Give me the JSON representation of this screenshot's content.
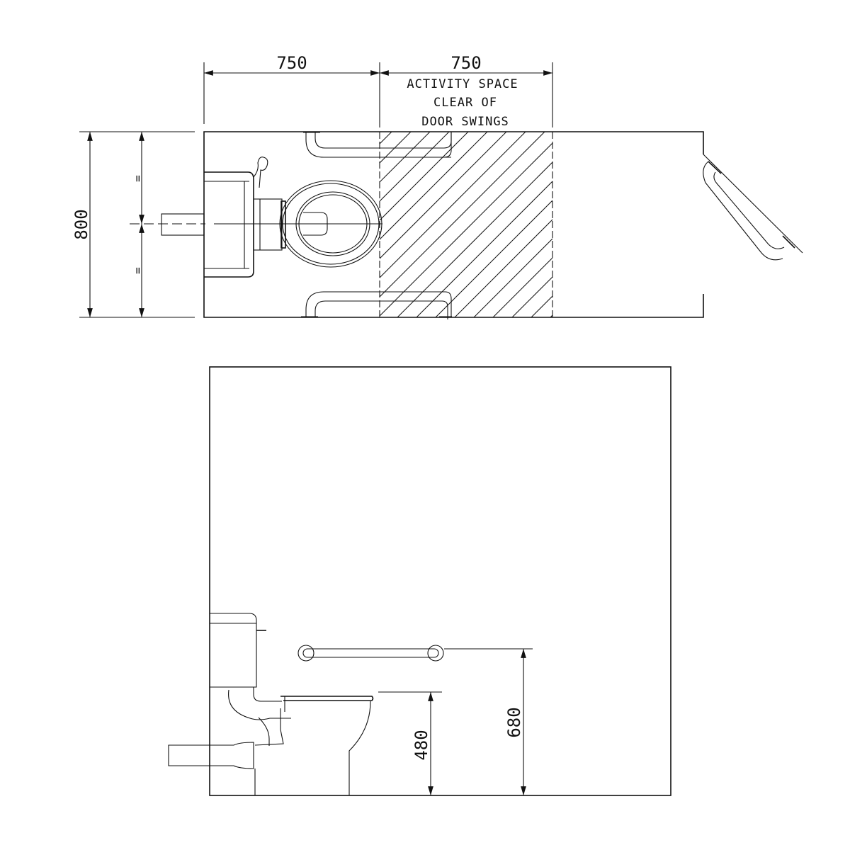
{
  "plan": {
    "dimensions": {
      "width_toilet_zone": "750",
      "width_activity_space": "750",
      "depth": "800",
      "equal_top": "=",
      "equal_bottom": "="
    },
    "activity_note": [
      "ACTIVITY SPACE",
      "CLEAR OF",
      "DOOR SWINGS"
    ]
  },
  "elevation": {
    "dimensions": {
      "seat_height": "480",
      "rail_height": "680"
    }
  },
  "colors": {
    "line": "#111111",
    "background": "#ffffff"
  }
}
